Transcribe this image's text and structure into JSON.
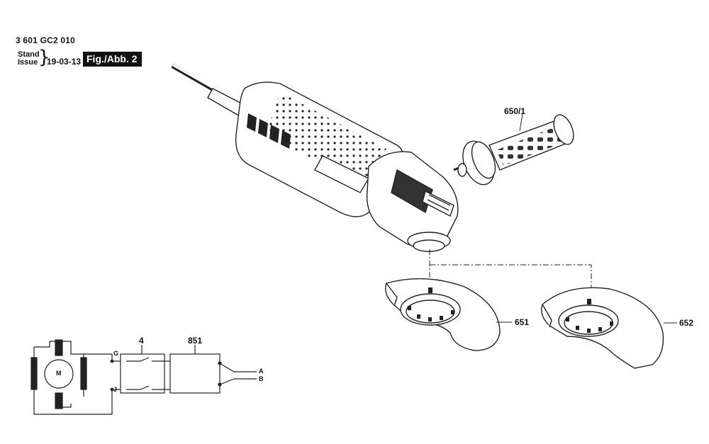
{
  "header": {
    "doc_number": "3 601 GC2 010",
    "stand_line1": "Stand",
    "stand_line2": "Issue",
    "date": "19-03-13",
    "figure": "Fig./Abb. 2"
  },
  "parts": {
    "handle": "650/1",
    "guard_1": "651",
    "guard_2": "652",
    "switch": "4",
    "module": "851"
  },
  "wiring": {
    "motor": "M",
    "g": "G",
    "j": "J",
    "a": "A",
    "b": "B"
  }
}
